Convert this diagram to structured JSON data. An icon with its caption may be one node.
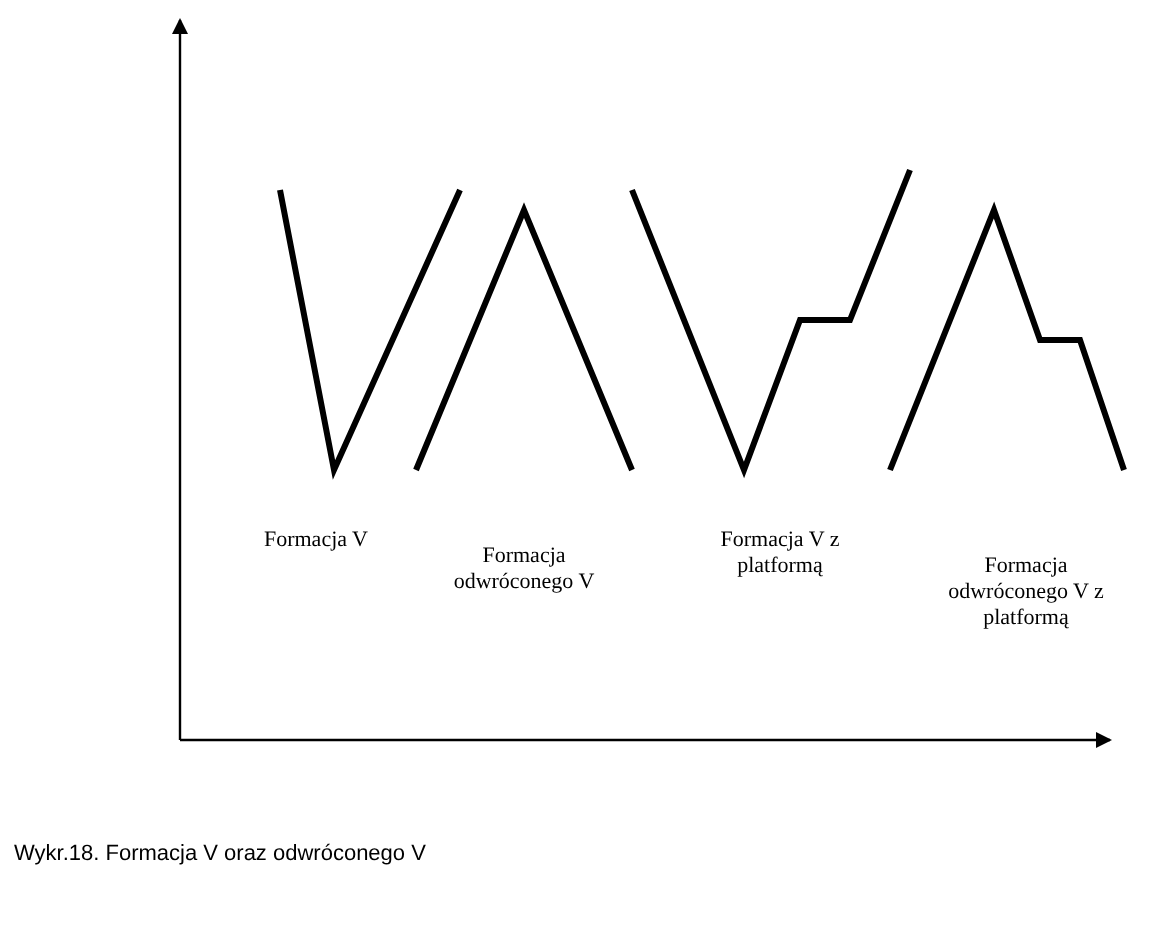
{
  "diagram": {
    "caption": "Wykr.18. Formacja V oraz odwróconego V",
    "labels": [
      "Formacja V",
      "Formacja odwróconego V",
      "Formacja V z platformą",
      "Formacja odwróconego V z platformą"
    ]
  }
}
